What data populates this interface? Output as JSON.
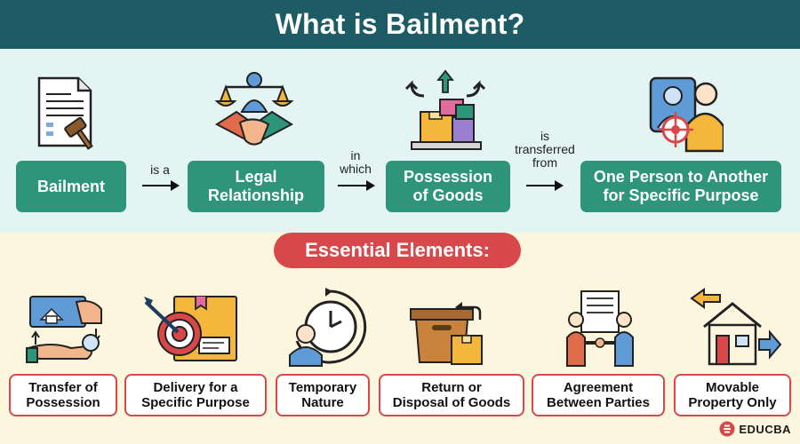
{
  "header": {
    "title": "What is Bailment?"
  },
  "flow": {
    "box1": "Bailment",
    "conn1": "is a",
    "box2_line1": "Legal",
    "box2_line2": "Relationship",
    "conn2_line1": "in",
    "conn2_line2": "which",
    "box3_line1": "Possession",
    "box3_line2": "of Goods",
    "conn3_line1": "is",
    "conn3_line2": "transferred",
    "conn3_line3": "from",
    "box4_line1": "One Person to Another",
    "box4_line2": "for Specific Purpose"
  },
  "elements_heading": "Essential Elements:",
  "elements": [
    {
      "line1": "Transfer of",
      "line2": "Possession",
      "icon": "hand-over-icon"
    },
    {
      "line1": "Delivery for a",
      "line2": "Specific Purpose",
      "icon": "target-box-icon"
    },
    {
      "line1": "Temporary",
      "line2": "Nature",
      "icon": "person-clock-icon"
    },
    {
      "line1": "Return or",
      "line2": "Disposal of Goods",
      "icon": "return-box-icon"
    },
    {
      "line1": "Agreement",
      "line2": "Between Parties",
      "icon": "agreement-icon"
    },
    {
      "line1": "Movable",
      "line2": "Property Only",
      "icon": "moving-house-icon"
    }
  ],
  "brand": {
    "name": "EDUCBA"
  },
  "colors": {
    "header": "#1d5c64",
    "green": "#2e957b",
    "red": "#d8474a",
    "top_bg": "#e3f4f3",
    "bottom_bg": "#fdf6df"
  }
}
